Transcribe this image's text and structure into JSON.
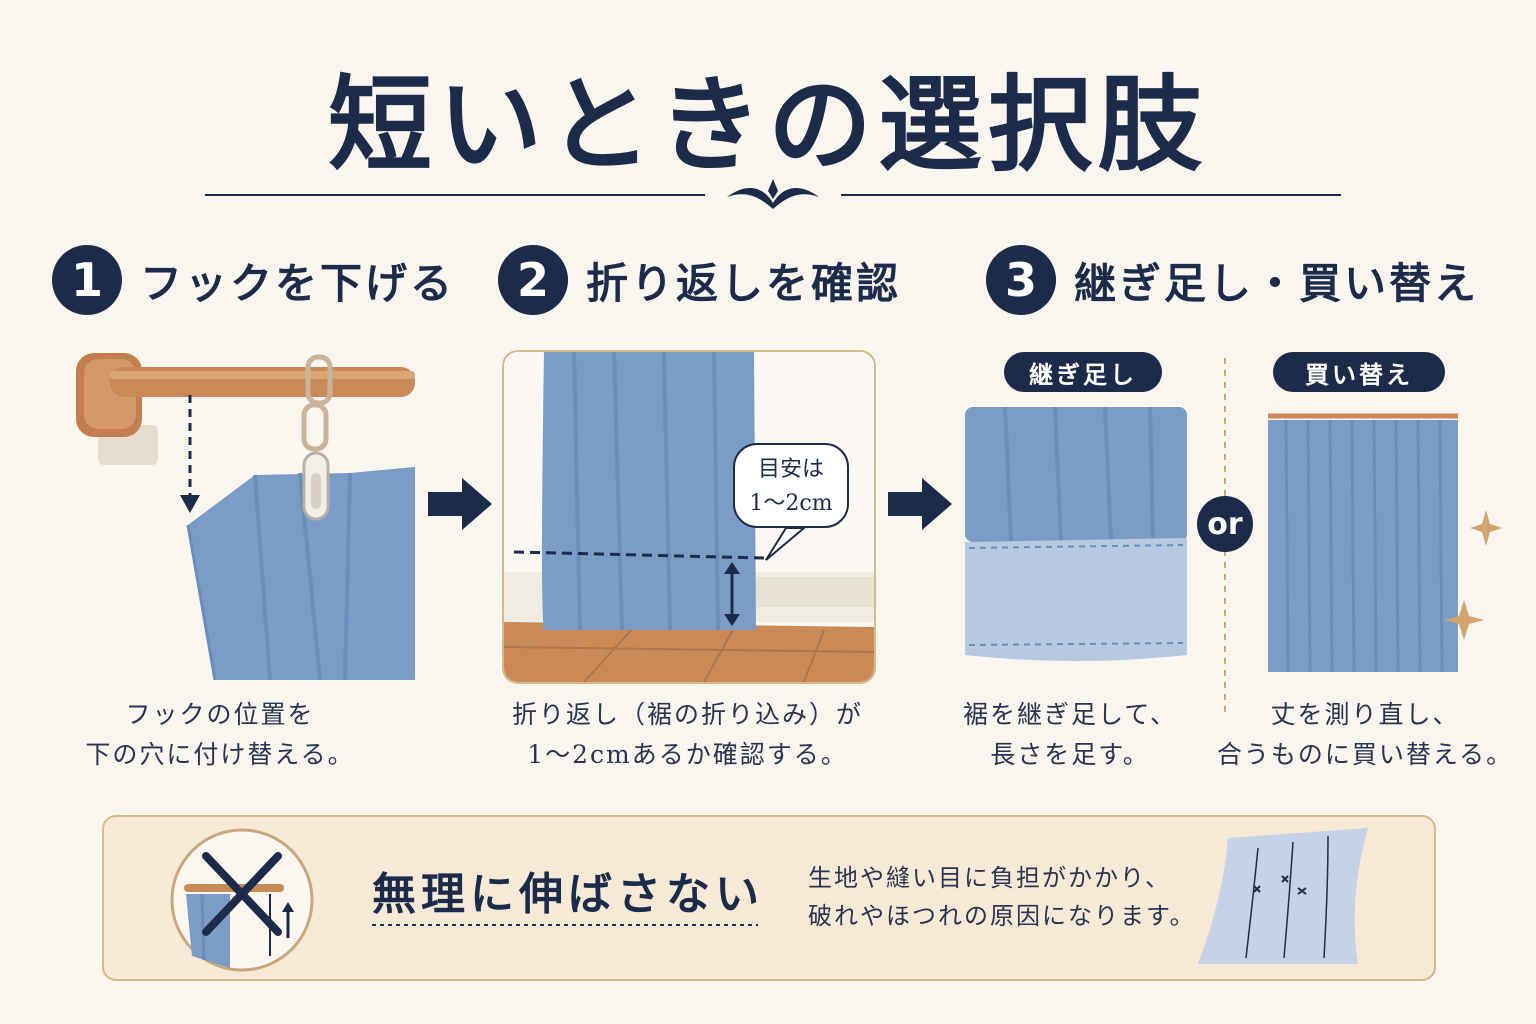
{
  "title": "短いときの選択肢",
  "steps": [
    {
      "num": "1",
      "title": "フックを下げる",
      "caption_line1": "フックの位置を",
      "caption_line2": "下の穴に付け替える。"
    },
    {
      "num": "2",
      "title": "折り返しを確認",
      "bubble_line1": "目安は",
      "bubble_line2": "1〜2cm",
      "caption_line1": "折り返し（裾の折り込み）が",
      "caption_line2": "1〜2cmあるか確認する。"
    },
    {
      "num": "3",
      "title": "継ぎ足し・買い替え",
      "optionA": {
        "label": "継ぎ足し",
        "caption_line1": "裾を継ぎ足して、",
        "caption_line2": "長さを足す。"
      },
      "or_label": "or",
      "optionB": {
        "label": "買い替え",
        "caption_line1": "丈を測り直し、",
        "caption_line2": "合うものに買い替える。"
      }
    }
  ],
  "warning": {
    "title": "無理に伸ばさない",
    "text_line1": "生地や縫い目に負担がかかり、",
    "text_line2": "破れやほつれの原因になります。"
  },
  "colors": {
    "navy": "#1d2b4a",
    "curtain_blue": "#7a9cc6",
    "wood": "#c8895a",
    "accent_gold": "#d8b98c"
  },
  "icons": [
    "arrow-right-icon",
    "sparkle-icon",
    "cross-icon",
    "arrow-up-icon"
  ]
}
